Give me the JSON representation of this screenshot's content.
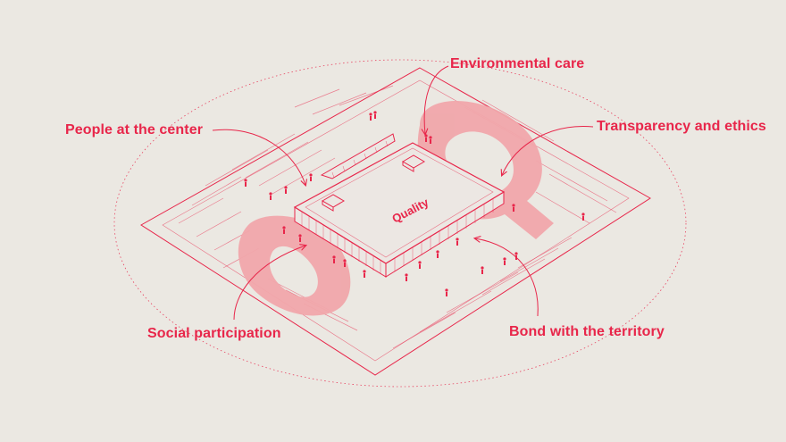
{
  "diagram": {
    "center_label": "Quality",
    "pillars": {
      "environmental_care": "Environmental care",
      "people_at_center": "People at the center",
      "transparency_ethics": "Transparency and ethics",
      "social_participation": "Social participation",
      "bond_territory": "Bond with the territory"
    }
  },
  "colors": {
    "background": "#ebe8e2",
    "accent": "#e8264a",
    "accent_fill": "#f1a7ab",
    "building_fill": "#ece7e3"
  }
}
